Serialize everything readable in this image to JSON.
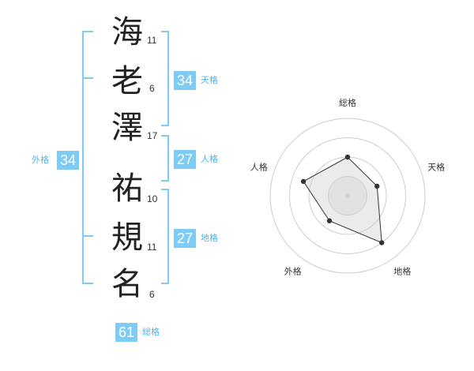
{
  "name": {
    "surname": [
      {
        "char": "海",
        "strokes": "11"
      },
      {
        "char": "老",
        "strokes": "6"
      },
      {
        "char": "澤",
        "strokes": "17"
      }
    ],
    "given": [
      {
        "char": "祐",
        "strokes": "10"
      },
      {
        "char": "規",
        "strokes": "11"
      },
      {
        "char": "名",
        "strokes": "6"
      }
    ]
  },
  "fortunes": {
    "tenkaku": {
      "value": "34",
      "label": "天格"
    },
    "jinkaku": {
      "value": "27",
      "label": "人格"
    },
    "chikaku": {
      "value": "27",
      "label": "地格"
    },
    "gaikaku": {
      "value": "34",
      "label": "外格"
    },
    "soukaku": {
      "value": "61",
      "label": "総格"
    }
  },
  "radar": {
    "axes": [
      "総格",
      "天格",
      "地格",
      "外格",
      "人格"
    ],
    "levels": 4,
    "values": [
      0.5,
      0.4,
      0.75,
      0.4,
      0.6
    ]
  },
  "colors": {
    "accent": "#7ecbf4",
    "accent_text": "#4db4ee",
    "ring": "#cccccc",
    "fill": "#eeeeee"
  }
}
